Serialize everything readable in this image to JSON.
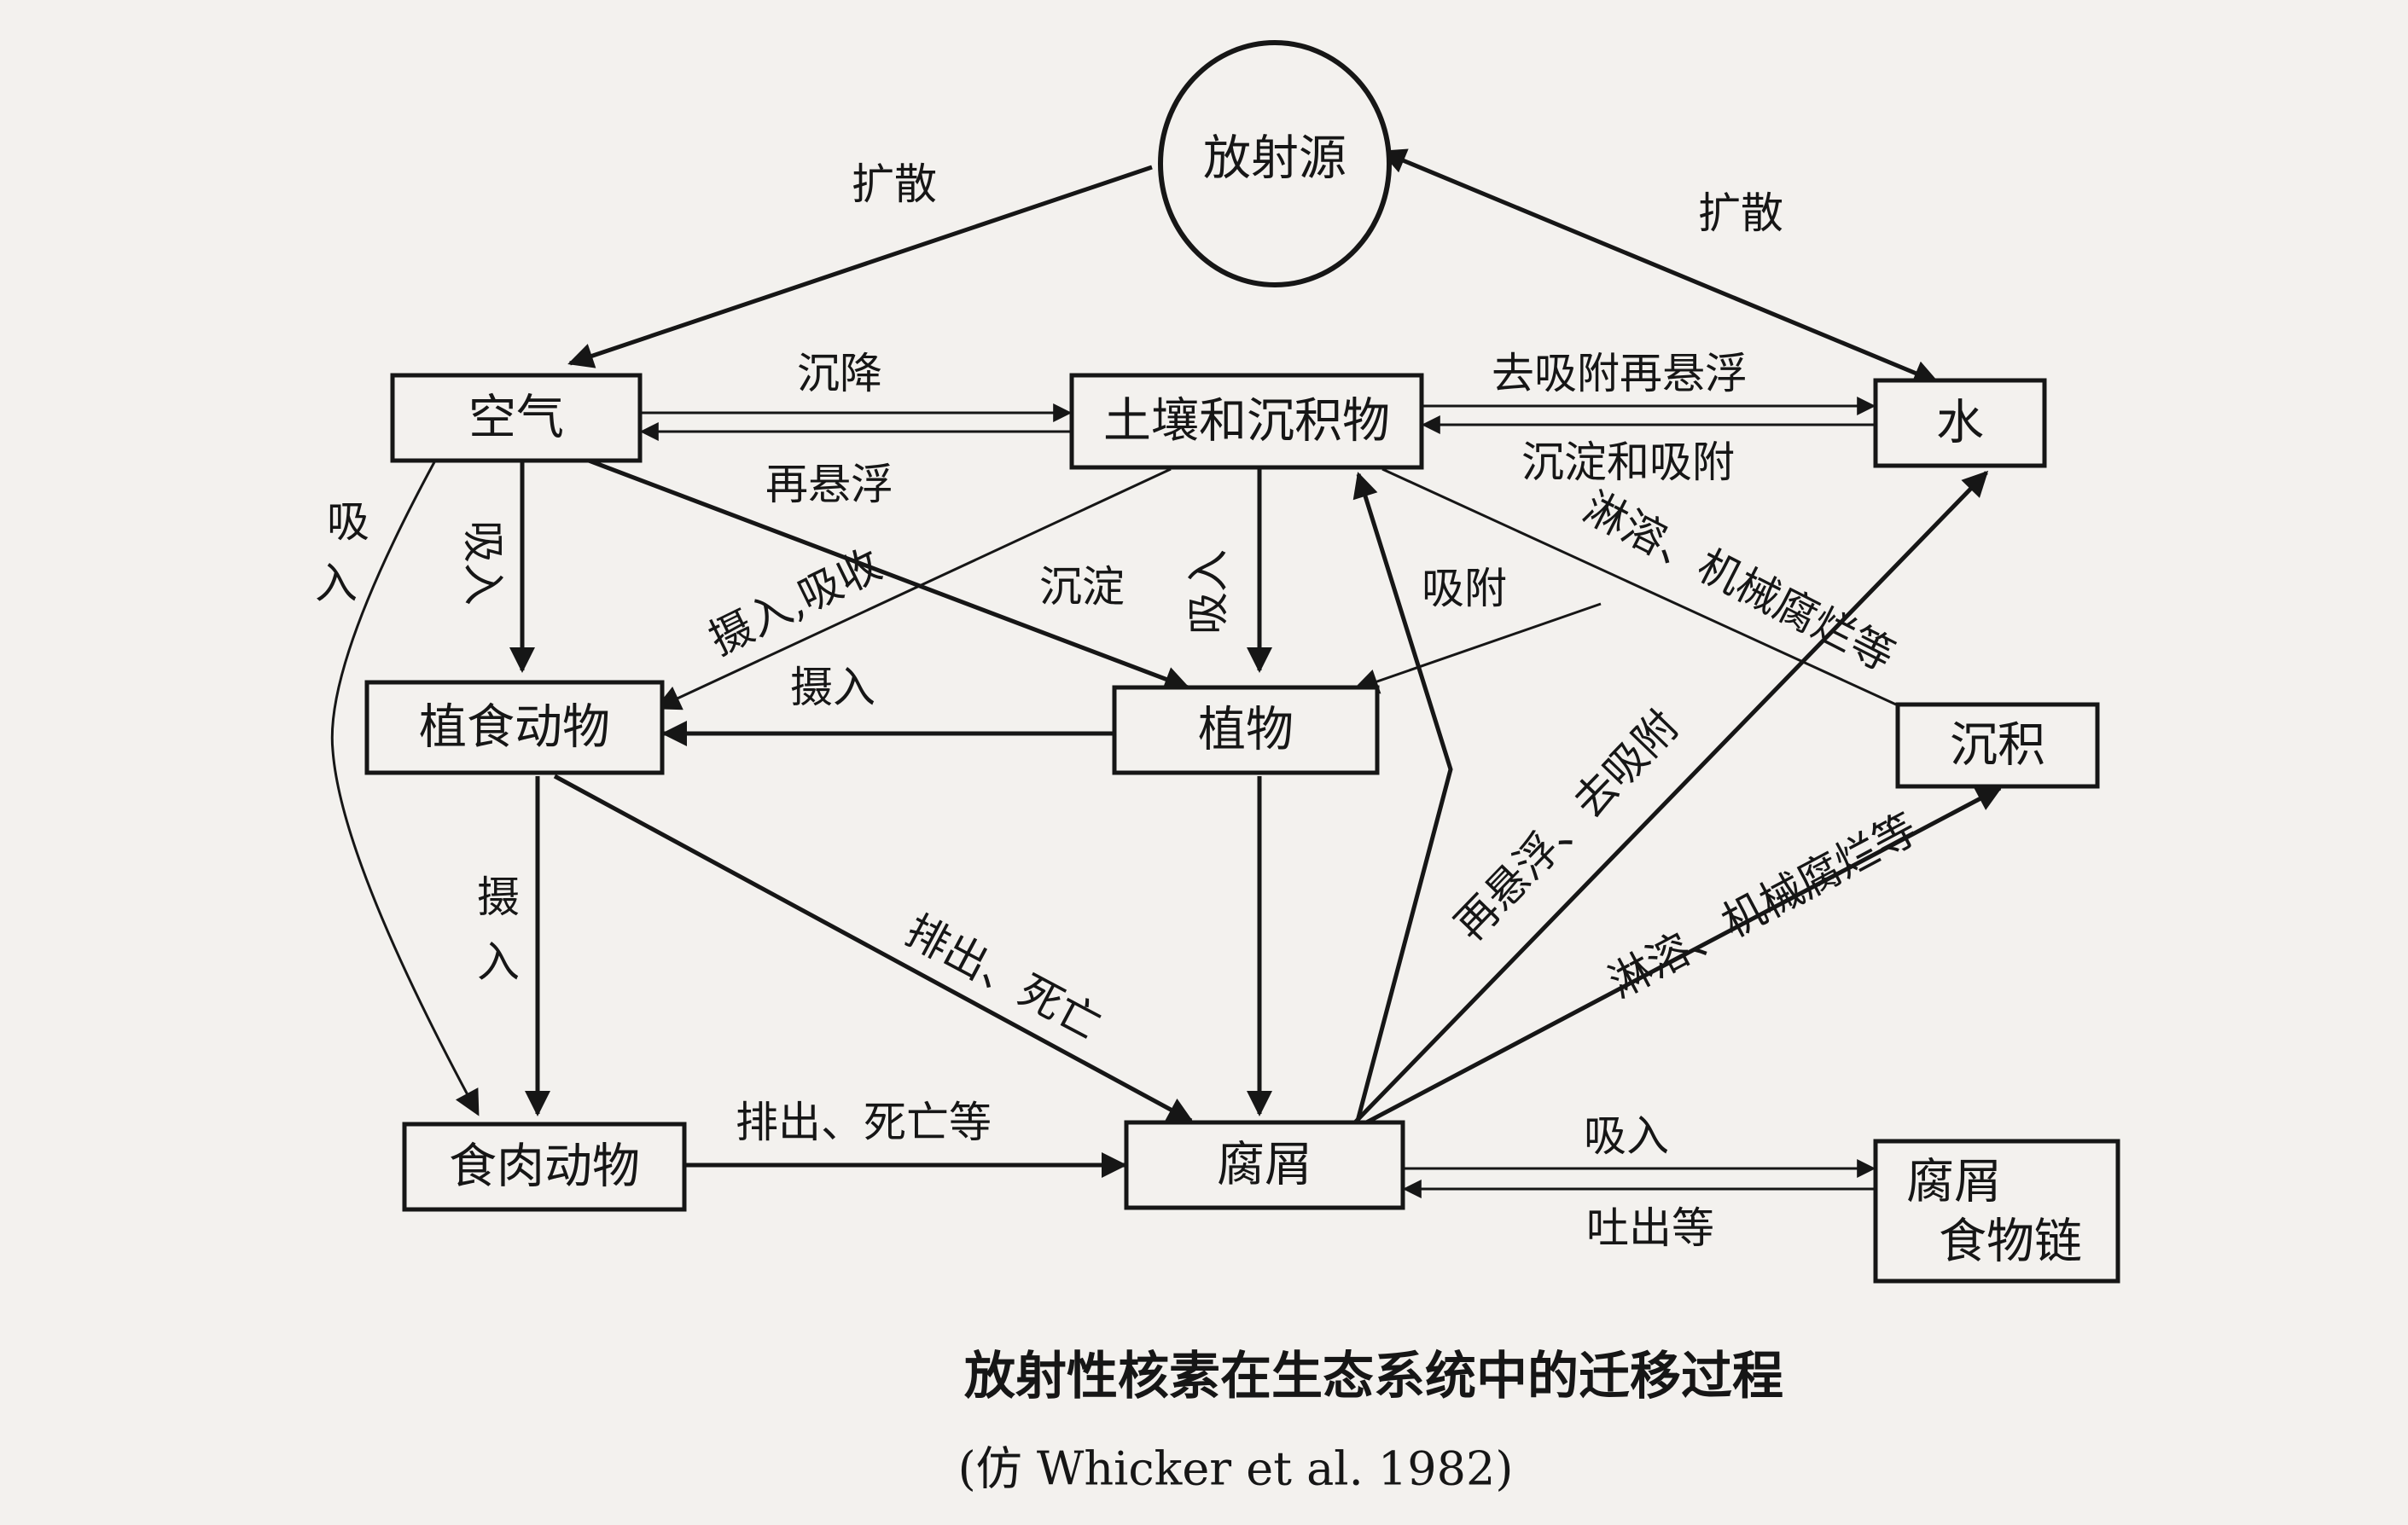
{
  "nodes": {
    "source": "放射源",
    "air": "空气",
    "soil": "土壤和沉积物",
    "water": "水",
    "herbivore": "植食动物",
    "plant": "植物",
    "sediment": "沉积",
    "carnivore": "食肉动物",
    "detritus": "腐屑",
    "detritus_chain_line1": "腐屑",
    "detritus_chain_line2": "食物链"
  },
  "edges": {
    "source_air": "扩散",
    "source_water": "扩散",
    "air_soil": "沉降",
    "soil_air": "再悬浮",
    "soil_water": "去吸附再悬浮",
    "water_soil": "沉淀和吸附",
    "air_herbivore": "吸入",
    "air_carnivore_char1": "吸",
    "air_carnivore_char2": "入",
    "soil_herbivore": "摄入,吸收",
    "air_plant": "沉淀",
    "soil_plant": "吸入",
    "water_plant": "吸附",
    "soil_sediment": "淋溶、机械腐烂等",
    "plant_herbivore": "摄入",
    "herbivore_carnivore_char1": "摄",
    "herbivore_carnivore_char2": "入",
    "herbivore_detritus": "排出、死亡",
    "detritus_water": "再悬浮、去吸附",
    "detritus_sediment": "淋溶、机械腐烂等",
    "carnivore_detritus": "排出、死亡等",
    "detritus_chain": "吸入",
    "chain_detritus": "吐出等"
  },
  "caption": {
    "title": "放射性核素在生态系统中的迁移过程",
    "source": "(仿 Whicker et al. 1982)"
  }
}
